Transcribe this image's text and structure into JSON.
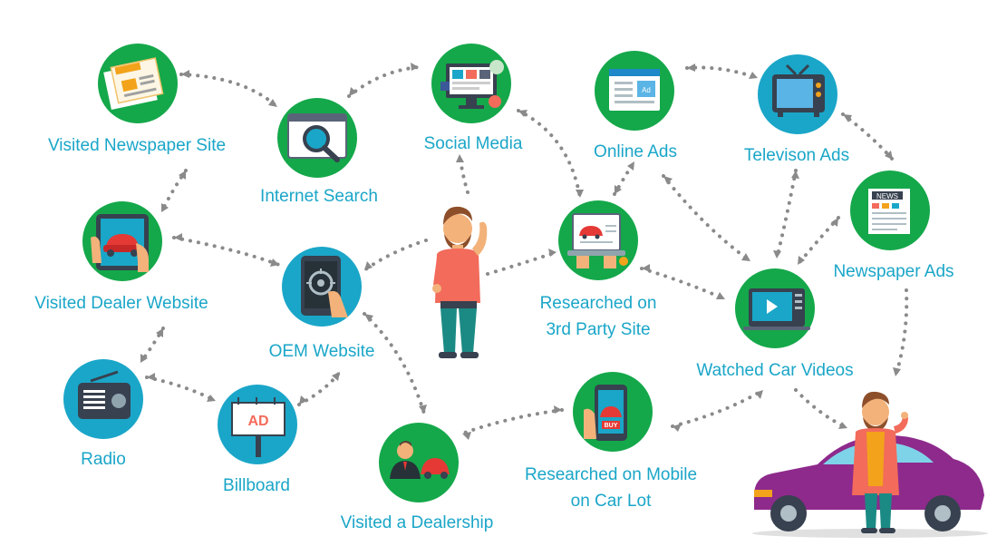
{
  "colors": {
    "green": "#14a84a",
    "teal": "#1aa6c8",
    "label": "#1aa6c8",
    "dots": "#8a8a8a",
    "car": "#8e2a8c"
  },
  "nodes": {
    "newspaper_site": {
      "label": "Visited Newspaper Site",
      "icon": "newspaper-icon"
    },
    "internet_search": {
      "label": "Internet Search",
      "icon": "magnifier-browser-icon"
    },
    "social_media": {
      "label": "Social Media",
      "icon": "social-monitor-icon"
    },
    "online_ads": {
      "label": "Online Ads",
      "icon": "web-ad-icon"
    },
    "television_ads": {
      "label": "Televison Ads",
      "icon": "tv-icon"
    },
    "dealer_website": {
      "label": "Visited Dealer Website",
      "icon": "tablet-car-icon"
    },
    "oem_website": {
      "label": "OEM Website",
      "icon": "tablet-wheel-icon"
    },
    "third_party": {
      "line1": "Researched on",
      "line2": "3rd Party Site",
      "icon": "laptop-car-icon"
    },
    "newspaper_ads": {
      "label": "Newspaper Ads",
      "icon": "news-paper-icon"
    },
    "car_videos": {
      "label": "Watched Car Videos",
      "icon": "video-player-icon"
    },
    "radio": {
      "label": "Radio",
      "icon": "radio-icon"
    },
    "billboard": {
      "label": "Billboard",
      "icon": "billboard-ad-icon",
      "sign": "AD"
    },
    "dealership": {
      "label": "Visited a Dealership",
      "icon": "dealer-person-icon"
    },
    "mobile_lot": {
      "line1": "Researched on Mobile",
      "line2": "on Car Lot",
      "icon": "phone-buy-icon",
      "buy": "BUY"
    }
  },
  "people": {
    "thinker": "thinking-man-figure",
    "buyer": "man-with-car-figure"
  }
}
